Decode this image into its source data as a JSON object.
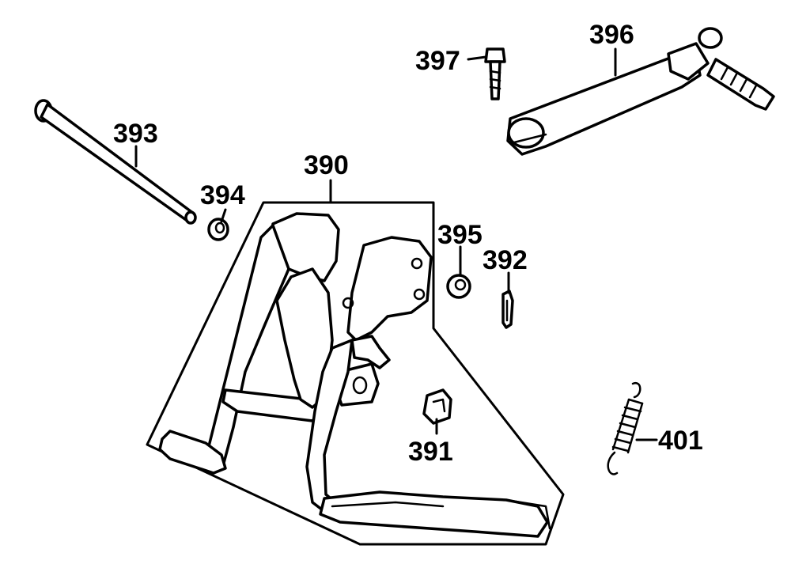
{
  "labels": {
    "p390": "390",
    "p391": "391",
    "p392": "392",
    "p393": "393",
    "p394": "394",
    "p395": "395",
    "p396": "396",
    "p397": "397",
    "p401": "401"
  }
}
